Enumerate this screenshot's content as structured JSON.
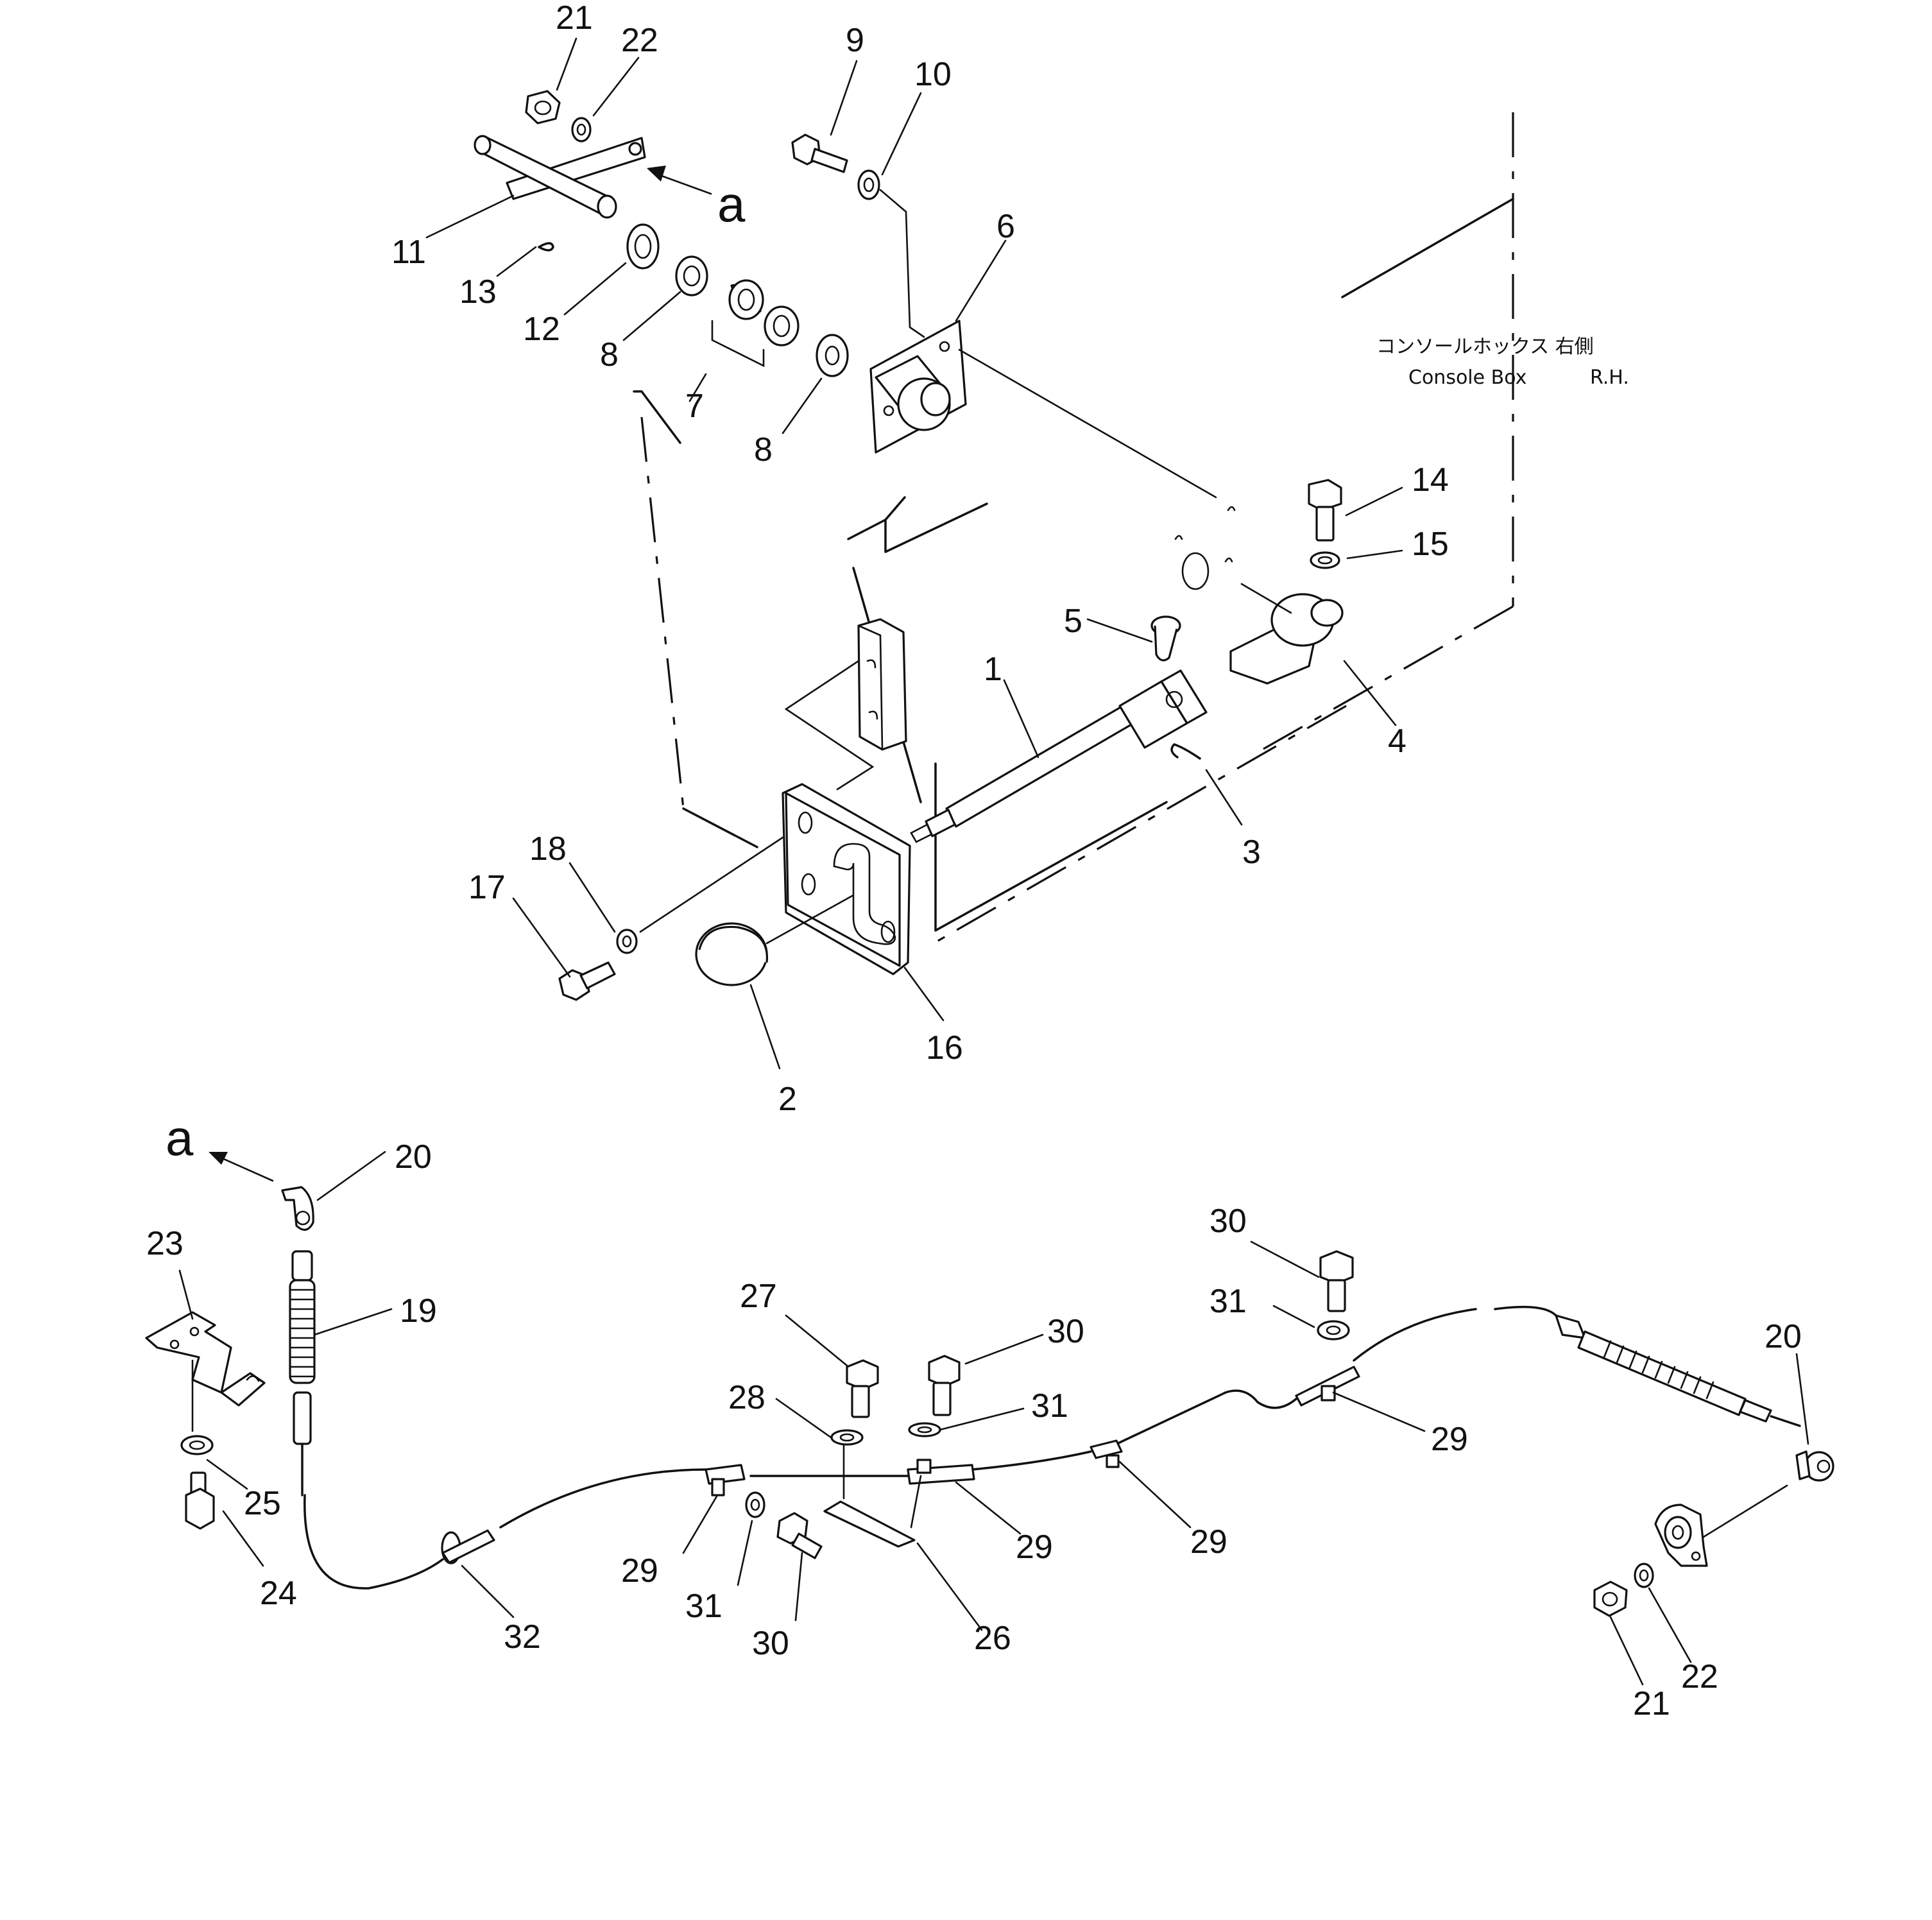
{
  "console_box": {
    "label_jp": "コンソールホックス 右側",
    "label_en": "Console Box",
    "label_side": "R.H."
  },
  "view_marker": "a",
  "callouts": {
    "p1": "1",
    "p2": "2",
    "p3": "3",
    "p4": "4",
    "p5": "5",
    "p6": "6",
    "p7": "7",
    "p8a": "8",
    "p8b": "8",
    "p9": "9",
    "p10": "10",
    "p11": "11",
    "p12": "12",
    "p13": "13",
    "p14": "14",
    "p15": "15",
    "p16": "16",
    "p17": "17",
    "p18": "18",
    "p19": "19",
    "p20a": "20",
    "p20b": "20",
    "p21a": "21",
    "p21b": "21",
    "p22a": "22",
    "p22b": "22",
    "p23": "23",
    "p24": "24",
    "p25": "25",
    "p26": "26",
    "p27": "27",
    "p28": "28",
    "p29a": "29",
    "p29b": "29",
    "p29c": "29",
    "p29d": "29",
    "p30a": "30",
    "p30b": "30",
    "p30c": "30",
    "p31a": "31",
    "p31b": "31",
    "p31c": "31",
    "p32": "32"
  }
}
